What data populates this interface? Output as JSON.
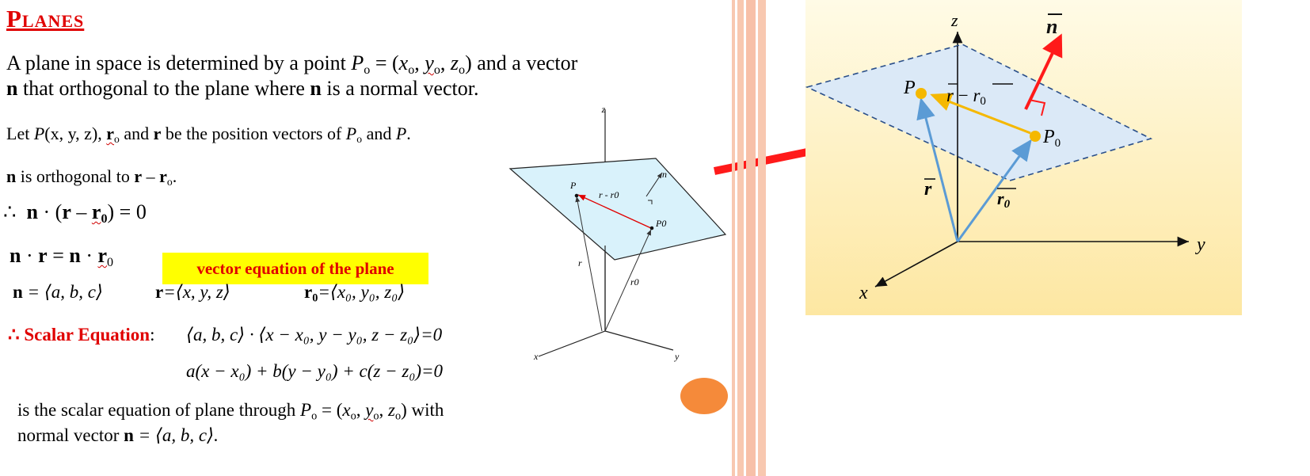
{
  "slide": {
    "title": "Planes",
    "intro_line1": {
      "a": "A plane in space is determined by a point ",
      "P": "P",
      "sub_o": "o",
      "b": " = (",
      "x": "x",
      "sep1": ", ",
      "y": "y",
      "sep2": ", ",
      "z": "z",
      "c": ") and a vector"
    },
    "intro_line2": {
      "n1": "n",
      "a": " that orthogonal to the plane where ",
      "n2": "n",
      "b": " is a normal vector."
    },
    "let_line": {
      "a": "Let ",
      "P": "P",
      "b": "(x, y, z), ",
      "r": "r",
      "sub_o": "o",
      "c": " and ",
      "r2": "r",
      "d": " be the position vectors of ",
      "P2": "P",
      "e": " and ",
      "P3": "P",
      "f": "."
    },
    "ortho_line": {
      "n": "n",
      "a": " is orthogonal to ",
      "r": "r",
      "minus": " – ",
      "r2": "r",
      "sub_o": "o",
      "end": "."
    },
    "therefore_eq": {
      "therefore": "∴",
      "n": "n",
      "dot": " · (",
      "r": "r",
      "minus": " – ",
      "r2": "r",
      "sub_0": "0",
      "end": ") = 0"
    },
    "vector_eq": {
      "n": "n",
      "dot1": " · ",
      "r": "r",
      "eq": " = ",
      "n2": "n",
      "dot2": " · ",
      "r2": "r",
      "sub_0": "0",
      "highlight": "vector equation of the plane"
    },
    "defs": {
      "n_bold": "n",
      "n_rest": " = ⟨a, b, c⟩",
      "r_bold": "r",
      "r_rest": "=⟨x, y, z⟩",
      "r0_bold": "r",
      "r0_sub": "0",
      "r0_rest": "=⟨x₀, y₀, z₀⟩"
    },
    "scalar": {
      "therefore": "∴",
      "label": "Scalar Equation",
      "colon": ":",
      "eq1": "⟨a, b, c⟩ · ⟨x − x₀, y − y₀, z − z₀⟩=0",
      "eq2": "a(x − x₀) + b(y − y₀) + c(z − z₀)=0"
    },
    "closing": {
      "a": "is the scalar equation of plane through ",
      "P": "P",
      "sub_o": "o",
      "b": " = (",
      "x": "x",
      "sep1": ", ",
      "y": "y",
      "sep2": ", ",
      "z": "z",
      "c": ") with",
      "line2_a": "normal vector ",
      "n": "n",
      "line2_b": " = ⟨a, b, c⟩."
    }
  },
  "small_diagram": {
    "axis_z": "z",
    "axis_x": "x",
    "axis_y": "y",
    "label_P": "P",
    "label_P0": "P0",
    "label_n": "n",
    "label_r": "r",
    "label_r0": "r0",
    "label_r_minus_r0": "r - r0"
  },
  "big_diagram": {
    "axis_z": "z",
    "axis_x": "x",
    "axis_y": "y",
    "label_n": "n",
    "label_P": "P",
    "label_P0_main": "P",
    "label_P0_sub": "0",
    "label_r": "r",
    "label_r0_main": "r",
    "label_r0_sub": "0",
    "label_diff_a": "r",
    "label_diff_minus": " − ",
    "label_diff_b": "r",
    "label_diff_sub": "0"
  },
  "colors": {
    "title": "#e00000",
    "highlight": "#ffff00",
    "plane_small": "#d9f2fb",
    "plane_big": "#dbe9f7",
    "normal_arrow": "#ff1a1a",
    "position_arrow": "#5b9bd5",
    "diff_arrow": "#f5b800",
    "separator": "#f8c8b0",
    "orange_dot": "#f58a3a"
  }
}
